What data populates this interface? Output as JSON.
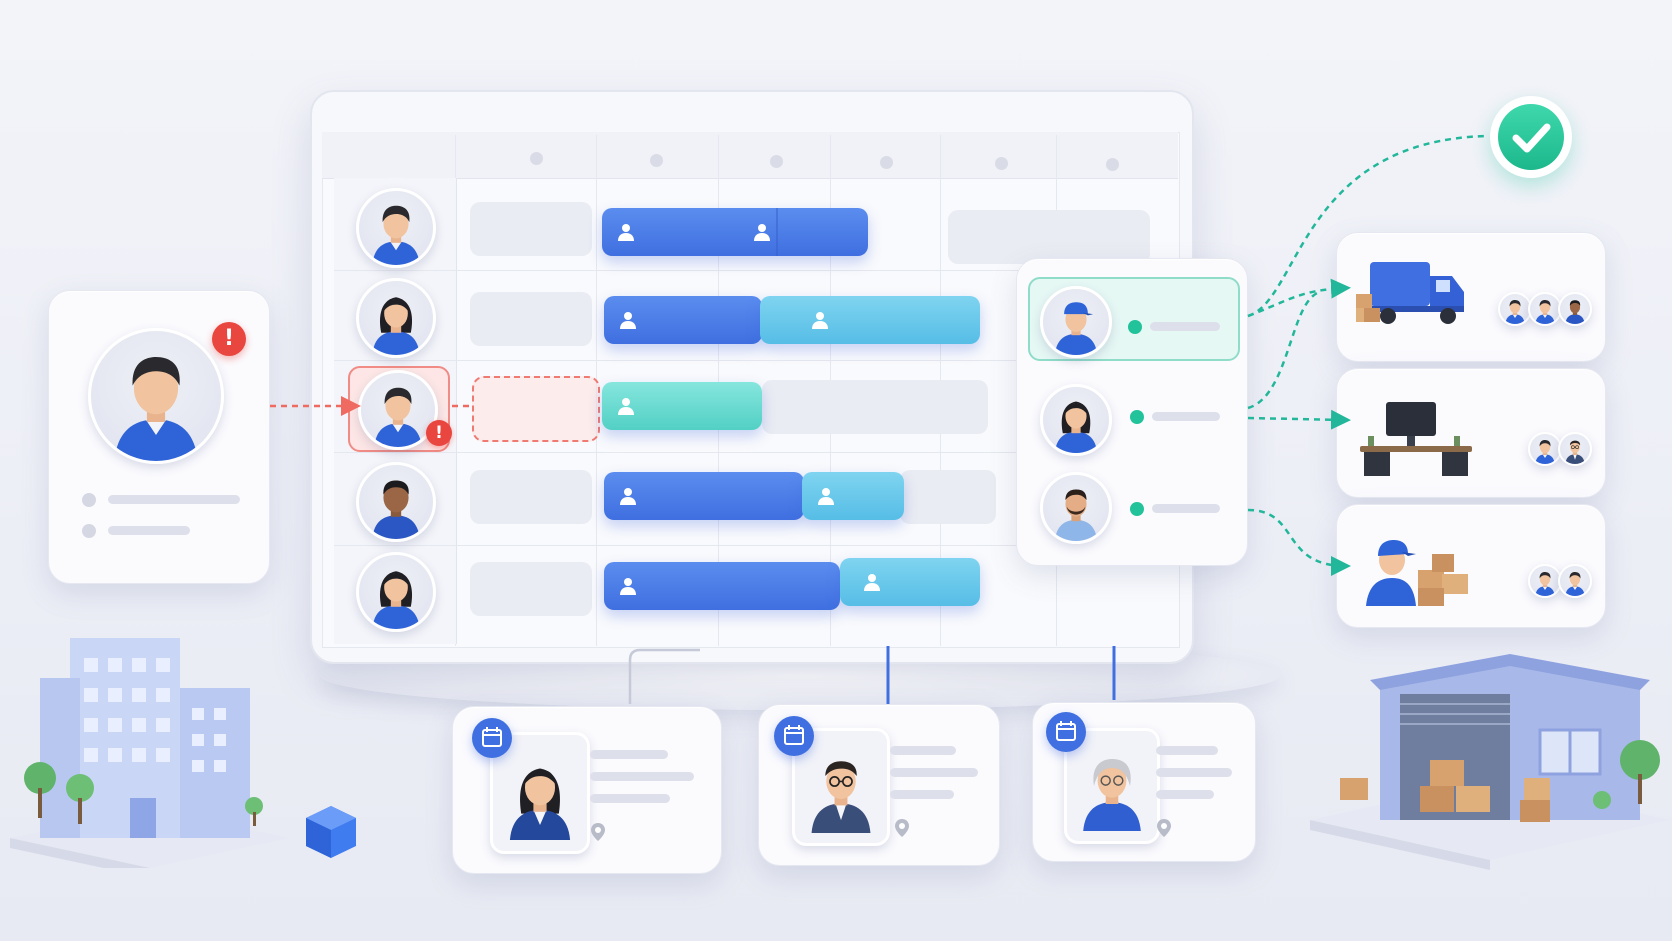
{
  "scene": {
    "description_icons": [
      "alert-icon",
      "check-icon",
      "truck-icon",
      "workstation-icon",
      "worker-boxes-icon",
      "warehouse-icon",
      "office-building-icon",
      "calendar-icon",
      "location-pin-icon",
      "user-icon"
    ],
    "colors": {
      "primary_blue": "#3f6fe0",
      "light_blue": "#56bde6",
      "teal": "#52d0c4",
      "alert_red": "#e8463f",
      "success_green": "#22c39a"
    }
  },
  "schedule": {
    "rows": [
      {
        "avatar": "employee-1-avatar"
      },
      {
        "avatar": "employee-2-avatar"
      },
      {
        "avatar": "employee-3-avatar",
        "conflict": true
      },
      {
        "avatar": "employee-4-avatar"
      },
      {
        "avatar": "employee-5-avatar"
      }
    ]
  },
  "assignment_panel": {
    "candidates": [
      {
        "avatar": "candidate-1-avatar",
        "selected": true
      },
      {
        "avatar": "candidate-2-avatar"
      },
      {
        "avatar": "candidate-3-avatar"
      }
    ]
  },
  "destinations": [
    {
      "icon": "truck-icon",
      "team_size": 3
    },
    {
      "icon": "workstation-icon",
      "team_size": 2
    },
    {
      "icon": "worker-boxes-icon",
      "team_size": 2
    }
  ],
  "staff_cards": [
    {
      "avatar": "staff-1-avatar",
      "icon": "calendar-icon"
    },
    {
      "avatar": "staff-2-avatar",
      "icon": "calendar-icon"
    },
    {
      "avatar": "staff-3-avatar",
      "icon": "calendar-icon"
    }
  ]
}
